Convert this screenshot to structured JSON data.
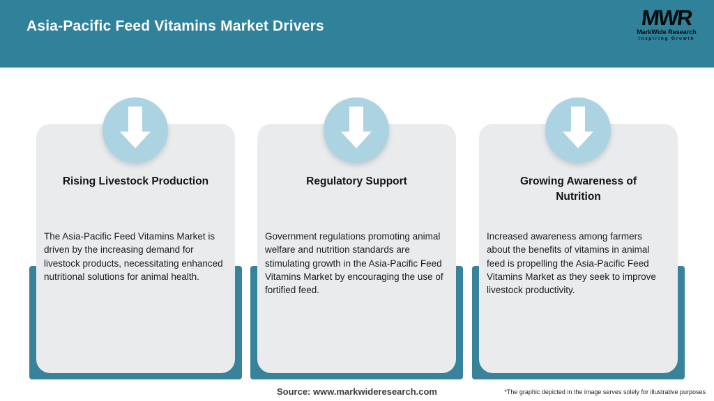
{
  "header": {
    "title": "Asia-Pacific Feed Vitamins Market Drivers",
    "logo": {
      "monogram": "MWR",
      "name": "MarkWide Research",
      "tagline": "Inspiring Growth"
    }
  },
  "cards": [
    {
      "title": "Rising Livestock Production",
      "body": "The Asia-Pacific Feed Vitamins Market is driven by the increasing demand for livestock products, necessitating enhanced nutritional solutions for animal health."
    },
    {
      "title": "Regulatory Support",
      "body": "Government regulations promoting animal welfare and nutrition standards are stimulating growth in the Asia-Pacific Feed Vitamins Market by encouraging the use of fortified feed."
    },
    {
      "title": "Growing Awareness of Nutrition",
      "body": "Increased awareness among farmers about the benefits of vitamins in animal feed is propelling the Asia-Pacific Feed Vitamins Market as they seek to improve livestock productivity."
    }
  ],
  "footer": {
    "source_label": "Source: www.markwideresearch.com",
    "disclaimer": "*The graphic depicted in the image serves solely for illustrative purposes"
  },
  "colors": {
    "header_teal": "#30819A",
    "backing_teal": "#38839B",
    "card_background": "#E9EBEC",
    "arrow_circle_blue": "#ABD3E1",
    "arrow_glyph": "#FFFFFF"
  }
}
